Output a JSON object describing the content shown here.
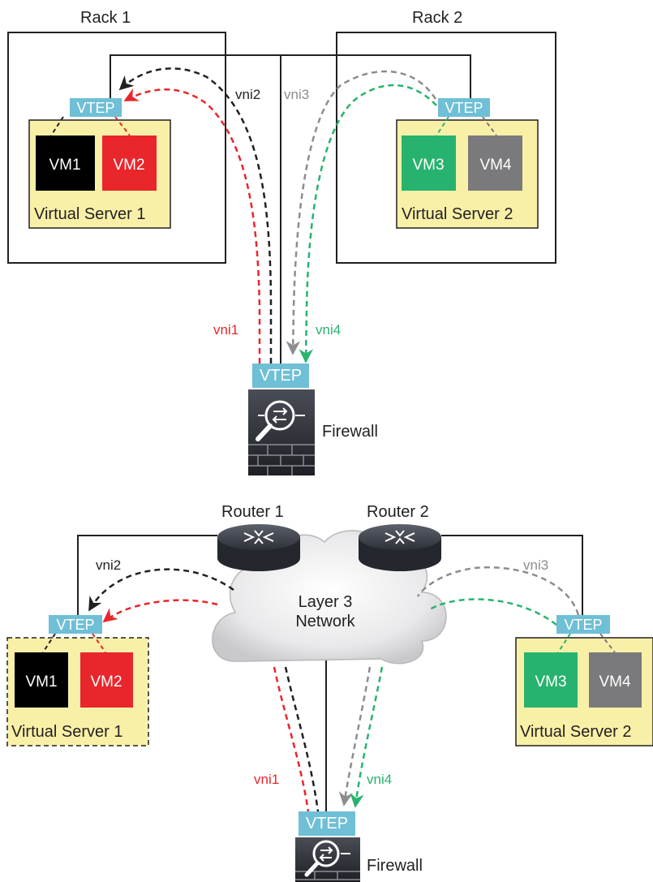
{
  "top": {
    "rack1": "Rack 1",
    "rack2": "Rack 2",
    "server1": {
      "label": "Virtual Server 1",
      "vtep": "VTEP",
      "vm_a": "VM1",
      "vm_b": "VM2"
    },
    "server2": {
      "label": "Virtual Server 2",
      "vtep": "VTEP",
      "vm_a": "VM3",
      "vm_b": "VM4"
    },
    "vni2": "vni2",
    "vni3": "vni3",
    "vni1": "vni1",
    "vni4": "vni4",
    "fw_vtep": "VTEP",
    "firewall": "Firewall"
  },
  "bottom": {
    "router1": "Router 1",
    "router2": "Router 2",
    "cloud": [
      "Layer 3",
      "Network"
    ],
    "server1": {
      "label": "Virtual Server 1",
      "vtep": "VTEP",
      "vm_a": "VM1",
      "vm_b": "VM2"
    },
    "server2": {
      "label": "Virtual Server 2",
      "vtep": "VTEP",
      "vm_a": "VM3",
      "vm_b": "VM4"
    },
    "vni2": "vni2",
    "vni3": "vni3",
    "vni1": "vni1",
    "vni4": "vni4",
    "fw_vtep": "VTEP",
    "firewall": "Firewall"
  },
  "colors": {
    "vtep": "#6fbfd6",
    "server_bg": "#f9f0a8",
    "vm1": "#000000",
    "vm2": "#e8262b",
    "vm3": "#27b36f",
    "vm4": "#7a7a7c",
    "red": "#e8262b",
    "green": "#27b36f",
    "gray": "#8d8d8f",
    "black": "#231f20"
  }
}
